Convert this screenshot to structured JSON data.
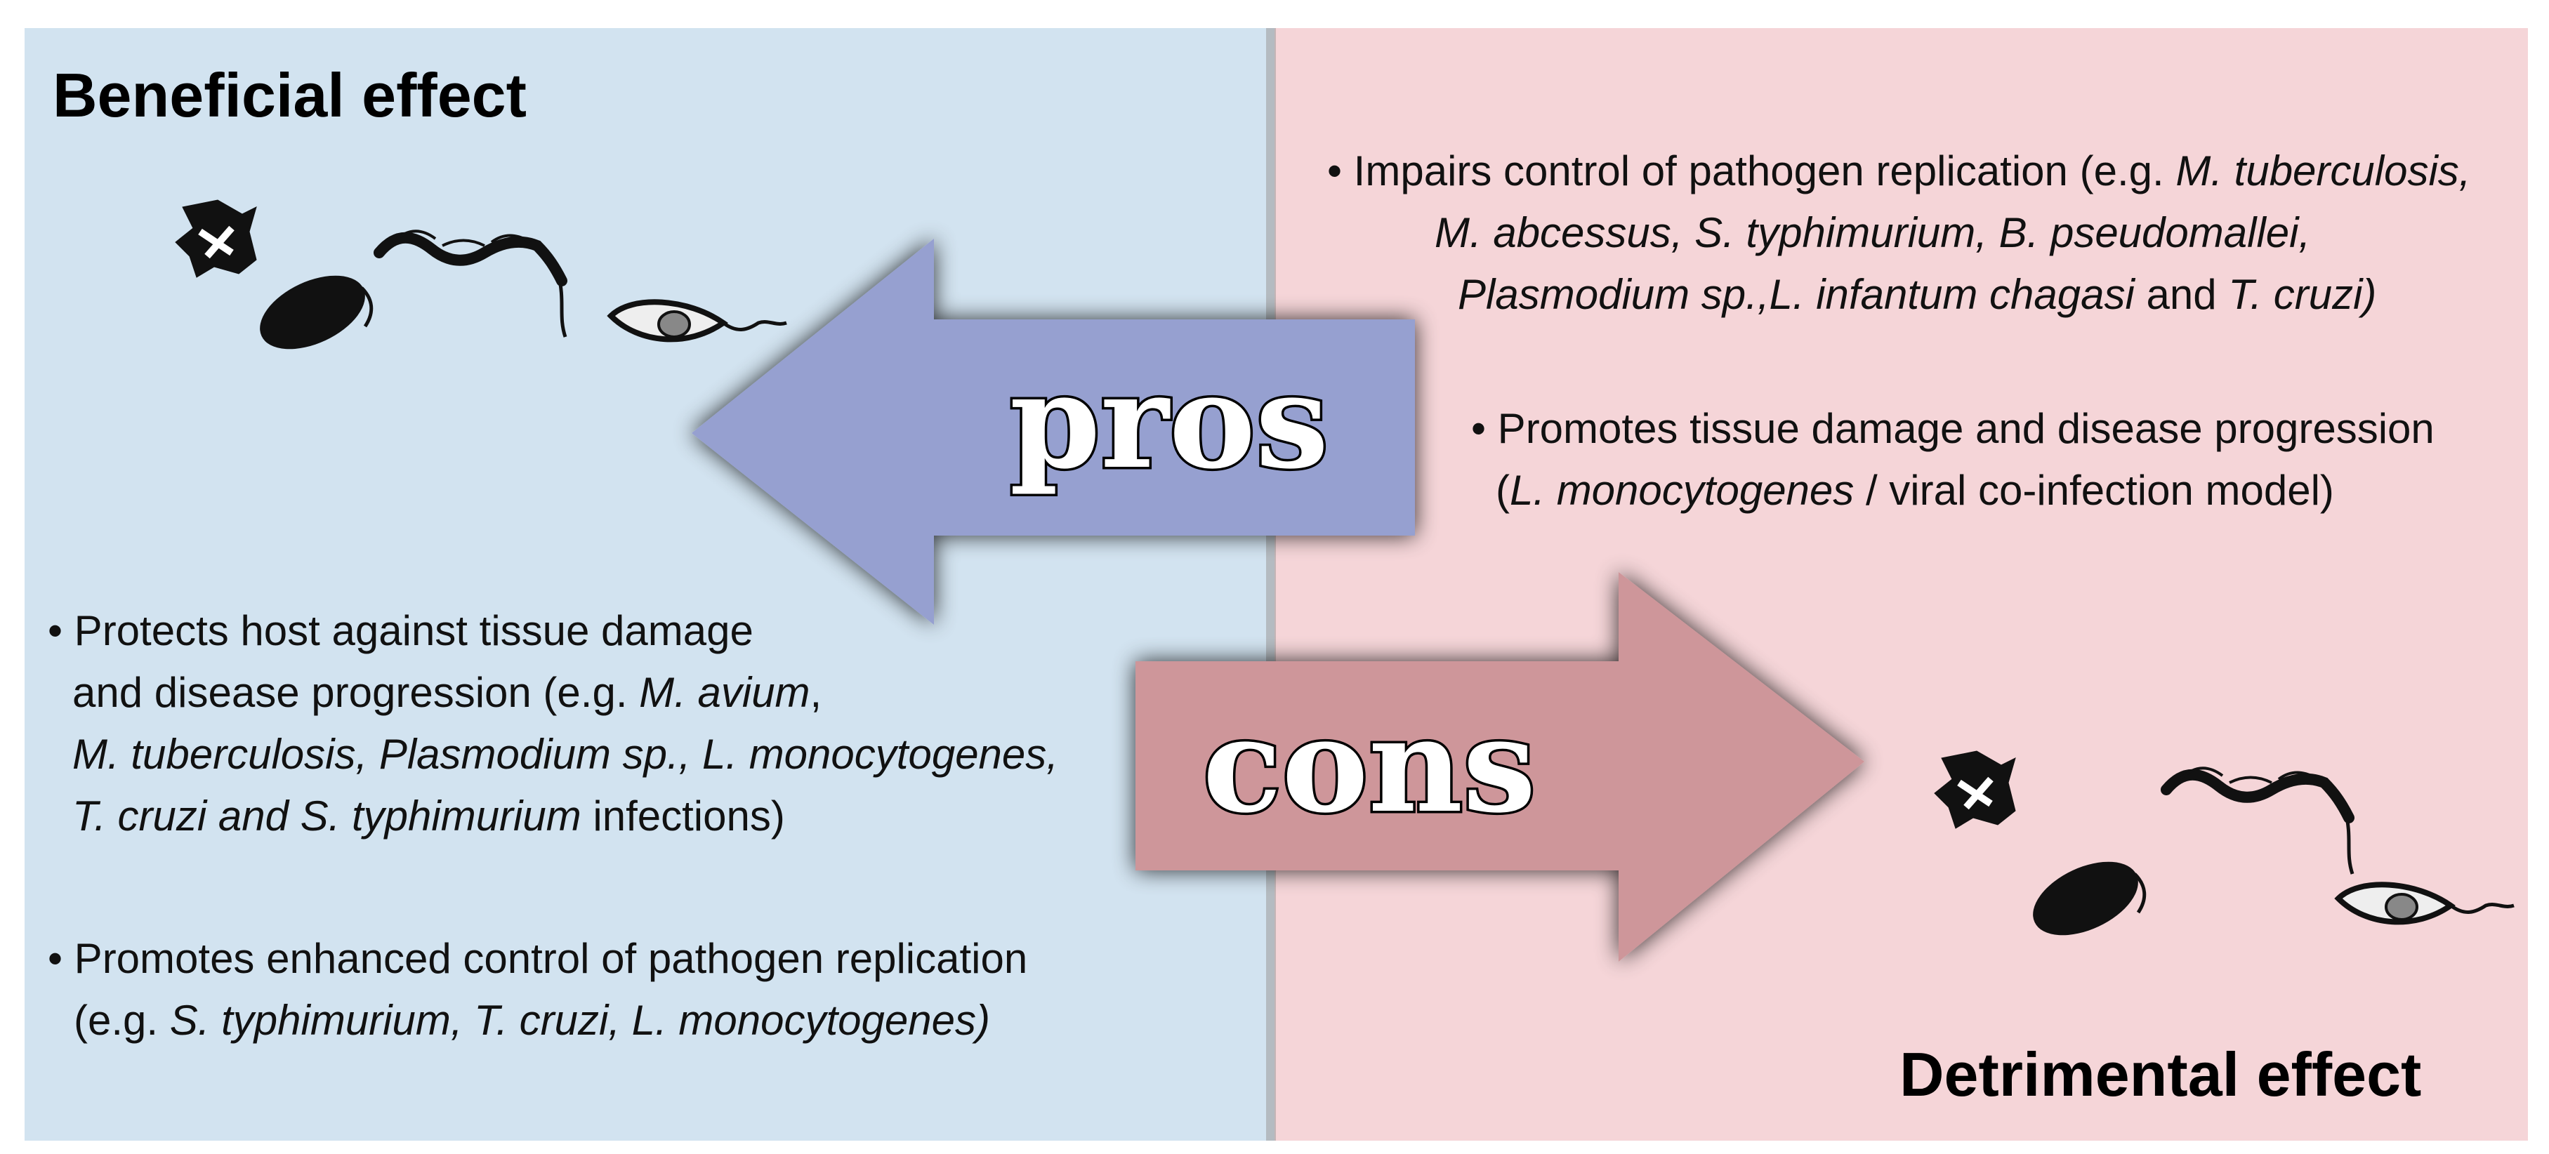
{
  "colors": {
    "beneficial_bg": "#d2e3f0",
    "detrimental_bg": "#f5d5d8",
    "pros_arrow": "#96a0d0",
    "cons_arrow": "#ce969a"
  },
  "beneficial": {
    "heading": "Beneficial effect",
    "bullet1": {
      "l1": "• Protects host against tissue damage",
      "l2a": "and disease progression (e.g. ",
      "l2b": "M. avium",
      "l2c": ",",
      "l3": "M. tuberculosis, Plasmodium sp., L. monocytogenes,",
      "l4a": "T. cruzi and  S. typhimurium",
      "l4b": " infections)"
    },
    "bullet2": {
      "l1": "• Promotes enhanced control of pathogen replication",
      "l2a": "(e.g. ",
      "l2b": "S. typhimurium, T. cruzi, L. monocytogenes)"
    }
  },
  "detrimental": {
    "heading": "Detrimental effect",
    "bullet1": {
      "l1a": "• Impairs control of pathogen replication (e.g. ",
      "l1b": "M. tuberculosis,",
      "l2": "M. abcessus, S. typhimurium, B. pseudomallei,",
      "l3a": "Plasmodium sp.,L. infantum chagasi",
      "l3b": " and ",
      "l3c": "T. cruzi)"
    },
    "bullet2": {
      "l1": "• Promotes tissue damage and disease progression",
      "l2a": "(",
      "l2b": "L. monocytogenes",
      "l2c": " / viral co-infection model)"
    }
  },
  "arrows": {
    "pros": "pros",
    "cons": "cons"
  },
  "icons": [
    "fungus-icon",
    "bacterium-icon",
    "spirochete-icon",
    "trypanosome-icon"
  ]
}
